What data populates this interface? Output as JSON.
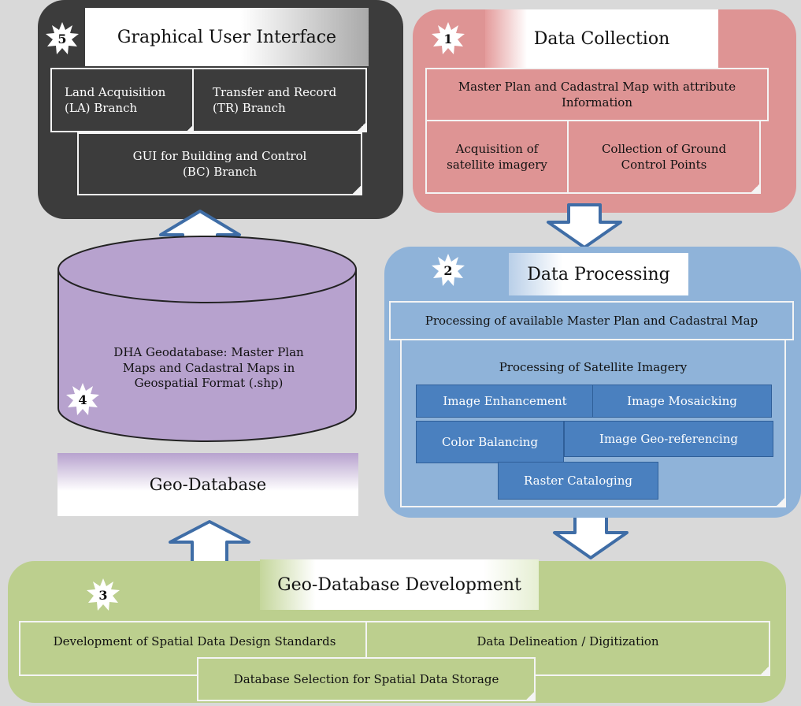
{
  "gui": {
    "number": "5",
    "title": "Graphical User Interface",
    "la_branch": "Land Acquisition\n(LA) Branch",
    "tr_branch": "Transfer and Record\n(TR) Branch",
    "bc_branch": "GUI for Building and Control\n(BC) Branch"
  },
  "data_collection": {
    "number": "1",
    "title": "Data Collection",
    "master_plan": "Master Plan and Cadastral Map with attribute\nInformation",
    "satellite": "Acquisition of\nsatellite imagery",
    "gcp": "Collection of Ground\nControl Points"
  },
  "data_processing": {
    "number": "2",
    "title": "Data Processing",
    "master_plan_processing": "Processing of available Master Plan and Cadastral Map",
    "satellite_processing": "Processing of Satellite Imagery",
    "image_enhancement": "Image Enhancement",
    "image_mosaicking": "Image Mosaicking",
    "color_balancing": "Color Balancing",
    "geo_referencing": "Image Geo-referencing",
    "raster_cataloging": "Raster Cataloging"
  },
  "geodatabase": {
    "number": "4",
    "cylinder_text": "DHA Geodatabase: Master Plan\nMaps and Cadastral Maps in\nGeospatial Format (.shp)",
    "label": "Geo-Database"
  },
  "development": {
    "number": "3",
    "title": "Geo-Database Development",
    "standards": "Development of Spatial Data Design Standards",
    "delineation": "Data Delineation / Digitization",
    "db_selection": "Database Selection for Spatial Data Storage"
  },
  "colors": {
    "background": "#d9d9d9",
    "gui_panel": "#3c3c3c",
    "collection_panel": "#de9494",
    "processing_panel": "#8fb3d9",
    "processing_buttons": "#4a80bf",
    "geodatabase_cylinder": "#b7a2ce",
    "development_panel": "#bccf8e"
  }
}
